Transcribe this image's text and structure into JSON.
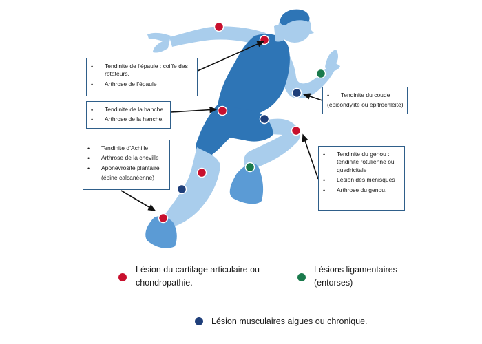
{
  "colors": {
    "cartilage": "#c8102e",
    "ligament": "#1a7a4c",
    "muscle": "#1f3f7a",
    "body_light": "#a9cdec",
    "body_mid": "#5b9bd5",
    "body_dark": "#2e75b6",
    "box_border": "#2f5f8a"
  },
  "callouts": {
    "epaule": {
      "line1a": "Tendinite de l’épaule : coiffe des",
      "line1b": "rotateurs.",
      "line2": "Arthrose de l’épaule"
    },
    "hanche": {
      "line1": "Tendinite de la hanche",
      "line2": "Arthrose de la hanche."
    },
    "achille": {
      "line1": "Tendinite d’Achille",
      "line2": "Arthrose de la cheville",
      "line3": "Aponévrosite plantaire",
      "line4": "(épine calcanéenne)"
    },
    "coude": {
      "line1": "Tendinite du coude",
      "line2": "(épicondylite ou épitrochléite)"
    },
    "genou": {
      "line1a": "Tendinite du genou :",
      "line1b": "tendinite rotulienne ou",
      "line1c": "quadricitale",
      "line2": "Lésion des ménisques",
      "line3": "Arthrose du genou."
    }
  },
  "legend": {
    "cartilage_line1": "Lésion du cartilage articulaire ou",
    "cartilage_line2": "chondropathie.",
    "ligament_line1": "Lésions ligamentaires",
    "ligament_line2": "(entorses)",
    "muscle": "Lésion musculaires aigues ou chronique."
  }
}
